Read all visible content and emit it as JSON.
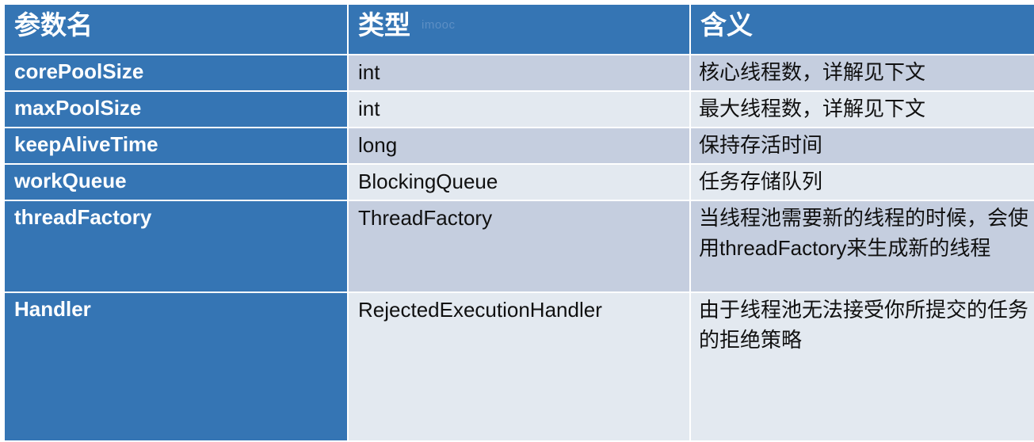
{
  "table": {
    "watermark": "imooc",
    "colors": {
      "header_blue": "#3575B4",
      "row_shade_dark": "#C5CEDF",
      "row_shade_light": "#E3E9F0",
      "header_text": "#ffffff",
      "body_text": "#101010",
      "watermark_text": "#5d8fc4"
    },
    "headers": [
      {
        "label": "参数名"
      },
      {
        "label": "类型"
      },
      {
        "label": "含义"
      }
    ],
    "rows": [
      {
        "name": "corePoolSize",
        "type": "int",
        "meaning": "核心线程数，详解见下文"
      },
      {
        "name": "maxPoolSize",
        "type": "int",
        "meaning": "最大线程数，详解见下文"
      },
      {
        "name": "keepAliveTime",
        "type": "long",
        "meaning": "保持存活时间"
      },
      {
        "name": "workQueue",
        "type": "BlockingQueue",
        "meaning": "任务存储队列"
      },
      {
        "name": "threadFactory",
        "type": "ThreadFactory",
        "meaning": "当线程池需要新的线程的时候，会使用threadFactory来生成新的线程"
      },
      {
        "name": "Handler",
        "type": "RejectedExecutionHandler",
        "meaning": "由于线程池无法接受你所提交的任务的拒绝策略"
      }
    ]
  }
}
